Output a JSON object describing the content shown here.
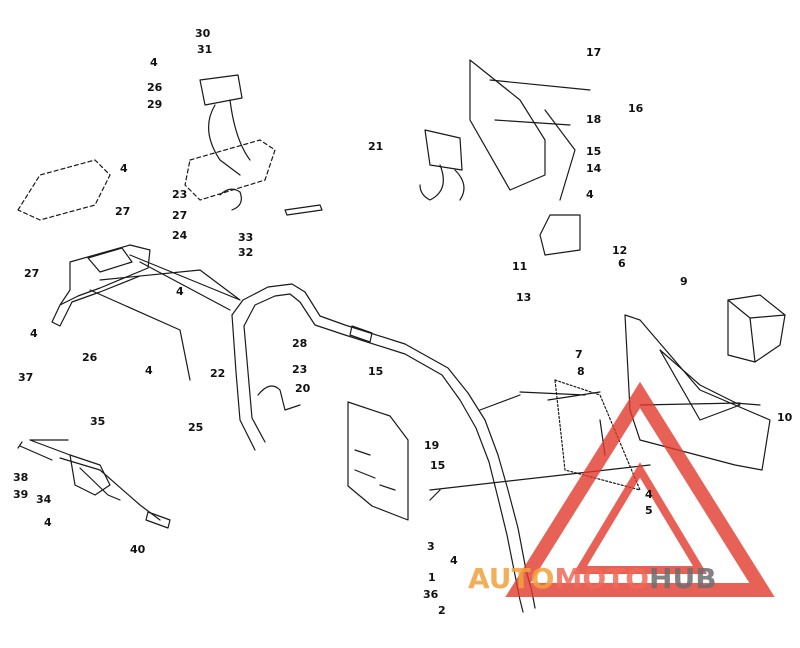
{
  "callouts": [
    "30",
    "31",
    "4",
    "26",
    "29",
    "17",
    "16",
    "18",
    "21",
    "15",
    "14",
    "4",
    "23",
    "27",
    "27",
    "4",
    "24",
    "27",
    "4",
    "33",
    "32",
    "11",
    "12",
    "6",
    "9",
    "13",
    "4",
    "28",
    "22",
    "26",
    "4",
    "37",
    "23",
    "20",
    "15",
    "7",
    "8",
    "19",
    "10",
    "25",
    "15",
    "35",
    "4",
    "5",
    "3",
    "38",
    "39",
    "34",
    "4",
    "40",
    "1",
    "36",
    "2",
    "4"
  ],
  "watermark": {
    "part1": "AUTO",
    "part2": "MOTO",
    "part3": "HUB"
  },
  "colors": {
    "line": "#1a1a1a",
    "watermark_red": "#e33a2c",
    "watermark_orange": "#f2a23a",
    "watermark_gray": "#6d6d6d"
  }
}
